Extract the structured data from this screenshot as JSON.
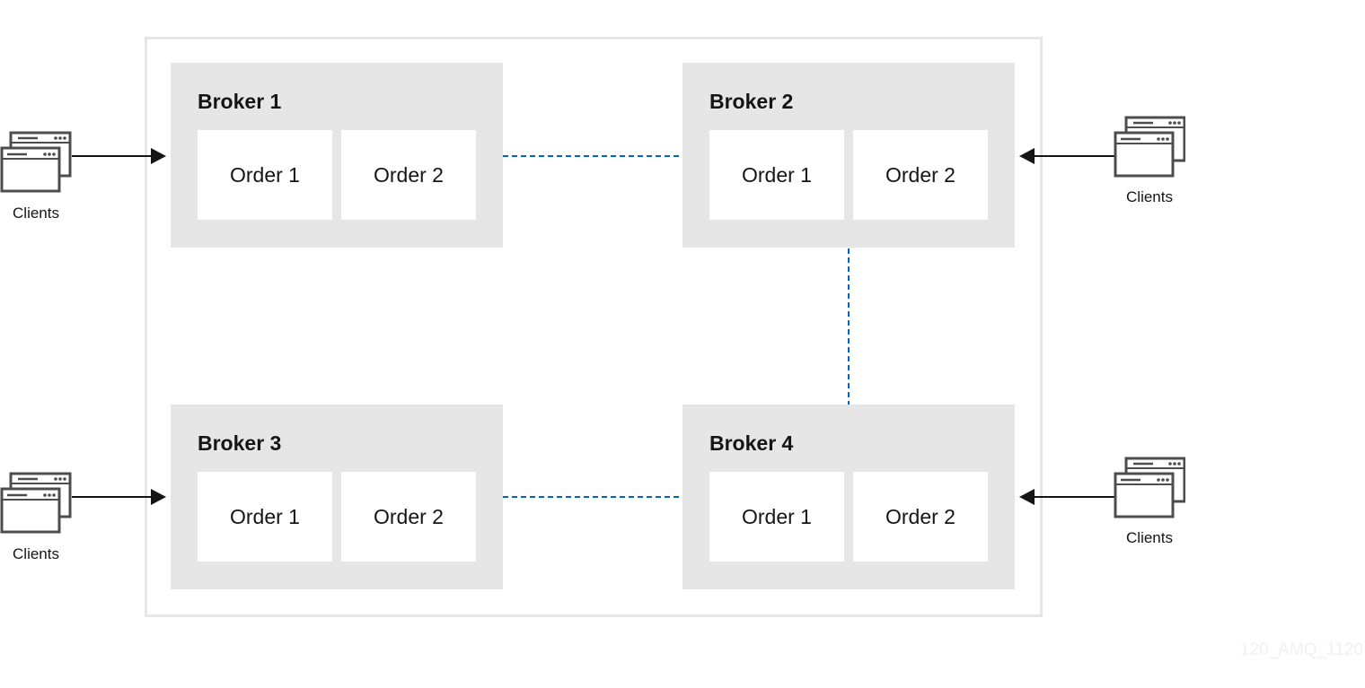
{
  "brokers": [
    {
      "title": "Broker 1",
      "queues": [
        "Order 1",
        "Order 2"
      ]
    },
    {
      "title": "Broker 2",
      "queues": [
        "Order 1",
        "Order 2"
      ]
    },
    {
      "title": "Broker 3",
      "queues": [
        "Order 1",
        "Order 2"
      ]
    },
    {
      "title": "Broker 4",
      "queues": [
        "Order 1",
        "Order 2"
      ]
    }
  ],
  "clients": [
    {
      "label": "Clients",
      "target": "Broker 1"
    },
    {
      "label": "Clients",
      "target": "Broker 2"
    },
    {
      "label": "Clients",
      "target": "Broker 3"
    },
    {
      "label": "Clients",
      "target": "Broker 4"
    }
  ],
  "links": [
    {
      "from": "Broker 1",
      "to": "Broker 2"
    },
    {
      "from": "Broker 2",
      "to": "Broker 4"
    },
    {
      "from": "Broker 3",
      "to": "Broker 4"
    }
  ],
  "colors": {
    "link": "#0066cc",
    "arrow": "#151515",
    "panel": "#e6e6e6",
    "icon": "#4d4d4d"
  },
  "icons": {
    "client": "client-windows-icon"
  },
  "watermark": "120_AMQ_1120"
}
